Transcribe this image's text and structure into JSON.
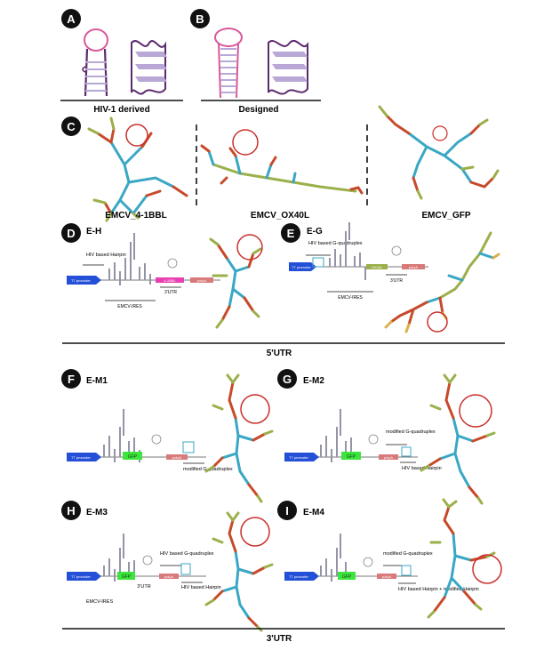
{
  "panels": {
    "A": {
      "letter": "A",
      "caption": "HIV-1 derived"
    },
    "B": {
      "letter": "B",
      "caption": "Designed"
    },
    "C": {
      "letter": "C",
      "constructs": [
        "EMCV_4-1BBL",
        "EMCV_OX40L",
        "EMCV_GFP"
      ]
    },
    "D": {
      "letter": "D",
      "name": "E-H",
      "labels": {
        "promoter": "T7 promoter",
        "hairpin": "HIV based Hairpin",
        "ires": "EMCV-IRES",
        "gene": "4-1BBL",
        "utr3": "3'UTR",
        "tail": "polyA"
      }
    },
    "E": {
      "letter": "E",
      "name": "E-G",
      "labels": {
        "promoter": "T7 promoter",
        "gquad": "HIV based G-quadruplex",
        "ires": "EMCV-IRES",
        "gene": "OX40L",
        "utr3": "3'UTR",
        "tail": "polyA"
      }
    },
    "F": {
      "letter": "F",
      "name": "E-M1",
      "labels": {
        "promoter": "T7 promoter",
        "gene": "GFP",
        "tail": "polyA",
        "mod": "modified G-quadruplex"
      }
    },
    "G": {
      "letter": "G",
      "name": "E-M2",
      "labels": {
        "promoter": "T7 promoter",
        "gene": "GFP",
        "tail": "polyA",
        "mod": "modified G-quadruplex",
        "hairpin": "HIV based Hairpin"
      }
    },
    "H": {
      "letter": "H",
      "name": "E-M3",
      "labels": {
        "promoter": "T7 promoter",
        "gene": "GFP",
        "tail": "polyA",
        "utr3": "3'UTR",
        "gquad": "HIV based G-quadruplex",
        "hairpin": "HIV based Hairpin",
        "ires": "EMCV-IRES"
      }
    },
    "I": {
      "letter": "I",
      "name": "E-M4",
      "labels": {
        "promoter": "T7 promoter",
        "gene": "GFP",
        "tail": "polyA",
        "mod": "modified G-quadruplex",
        "hairpin": "HIV based Hairpin + modified Hairpin"
      }
    }
  },
  "sections": {
    "utr5": "5'UTR",
    "utr3": "3'UTR"
  },
  "colors": {
    "pink": "#d9579c",
    "purple": "#5c2b6e",
    "lavender": "#b9a8d6",
    "promoter": "#2450d8",
    "gfp": "#3ee43e",
    "pinkgene": "#e83fb2",
    "gene_rose": "#d87a7a",
    "olive": "#9ab04a"
  }
}
